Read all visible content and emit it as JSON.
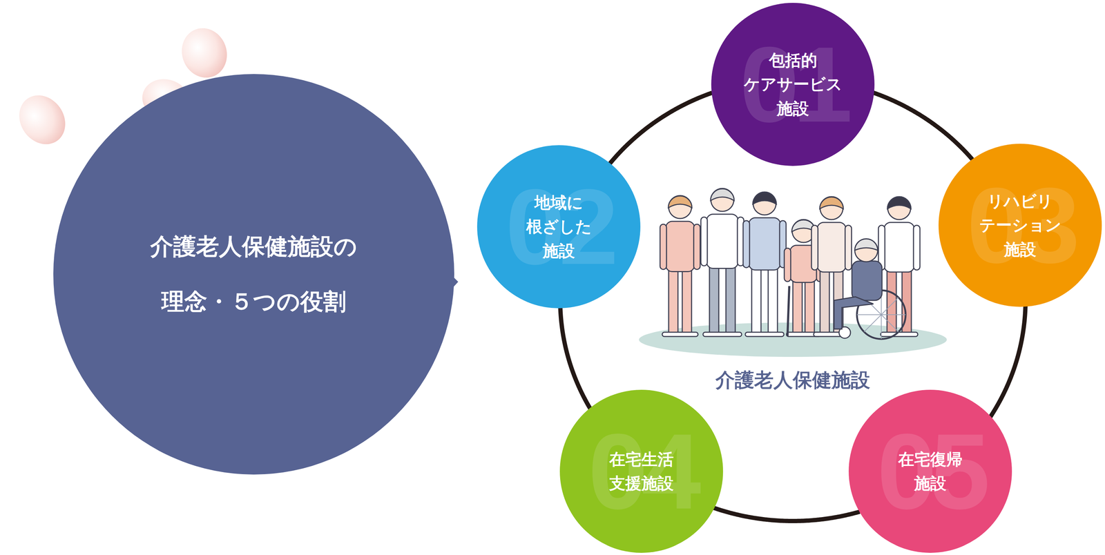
{
  "diagram": {
    "nodes": [
      {
        "text": [
          "介護老人保健施設の 理念・５つの役割"
        ]
      },
      {
        "text": [
          "包括的 ケアサービス 施設",
          "01"
        ]
      },
      {
        "text": [
          "地域に 根ざした 施設",
          "02"
        ]
      },
      {
        "text": [
          "リハビリ テーション 施設",
          "03"
        ]
      },
      {
        "text": [
          "在宅生活 支援施設",
          "04"
        ]
      },
      {
        "text": [
          "在宅復帰 施設",
          "05"
        ]
      }
    ],
    "edges": [
      {
        "from": 1,
        "to": 3,
        "arrow": "none"
      },
      {
        "from": 3,
        "to": 5,
        "arrow": "none"
      },
      {
        "from": 5,
        "to": 4,
        "arrow": "none"
      },
      {
        "from": 4,
        "to": 2,
        "arrow": "none"
      },
      {
        "from": 2,
        "to": 1,
        "arrow": "none"
      }
    ],
    "labels": [
      "介護老人保健施設"
    ]
  }
}
